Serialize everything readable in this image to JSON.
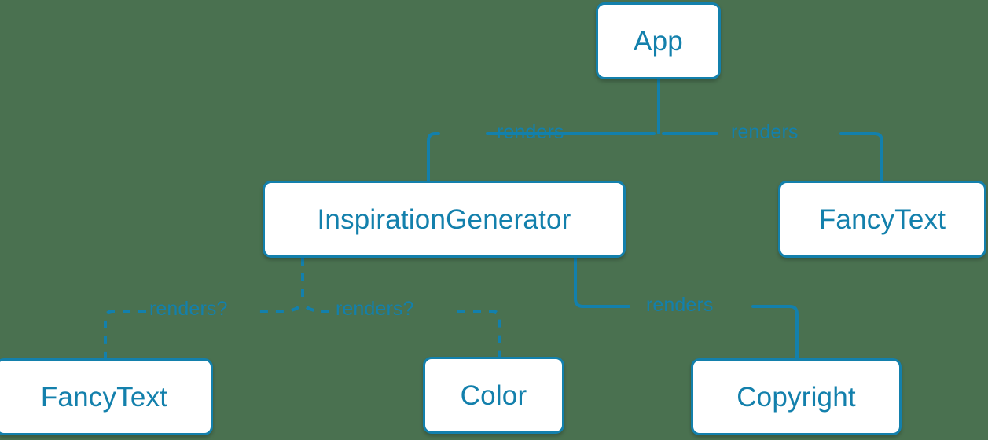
{
  "diagram": {
    "type": "component-tree",
    "background_color": "#4a7150",
    "accent_color": "#1380ac",
    "node_fill_color": "#ffffff",
    "nodes": [
      {
        "id": "app",
        "label": "App"
      },
      {
        "id": "inspiration-generator",
        "label": "InspirationGenerator"
      },
      {
        "id": "fancytext-right",
        "label": "FancyText"
      },
      {
        "id": "fancytext-bottom",
        "label": "FancyText"
      },
      {
        "id": "color",
        "label": "Color"
      },
      {
        "id": "copyright",
        "label": "Copyright"
      }
    ],
    "edges": [
      {
        "id": "app-to-inspiration-generator",
        "from": "app",
        "to": "inspiration-generator",
        "label": "renders",
        "style": "solid"
      },
      {
        "id": "app-to-fancytext-right",
        "from": "app",
        "to": "fancytext-right",
        "label": "renders",
        "style": "solid"
      },
      {
        "id": "ig-to-fancytext-bottom",
        "from": "inspiration-generator",
        "to": "fancytext-bottom",
        "label": "renders?",
        "style": "dashed"
      },
      {
        "id": "ig-to-color",
        "from": "inspiration-generator",
        "to": "color",
        "label": "renders?",
        "style": "dashed"
      },
      {
        "id": "ig-to-copyright",
        "from": "inspiration-generator",
        "to": "copyright",
        "label": "renders",
        "style": "solid"
      }
    ]
  }
}
